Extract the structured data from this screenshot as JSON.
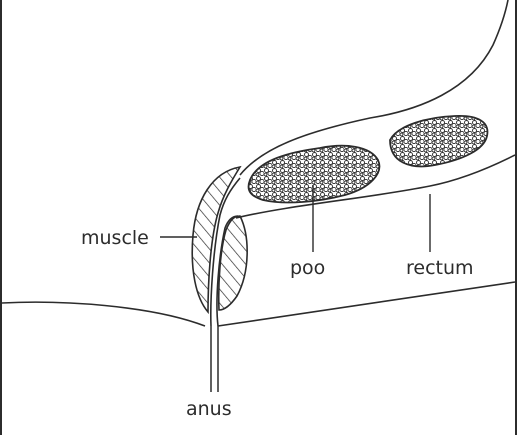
{
  "labels": {
    "muscle": "muscle",
    "poo": "poo",
    "rectum": "rectum",
    "anus": "anus"
  },
  "colors": {
    "line": "#2c2c2c",
    "background": "#ffffff"
  }
}
